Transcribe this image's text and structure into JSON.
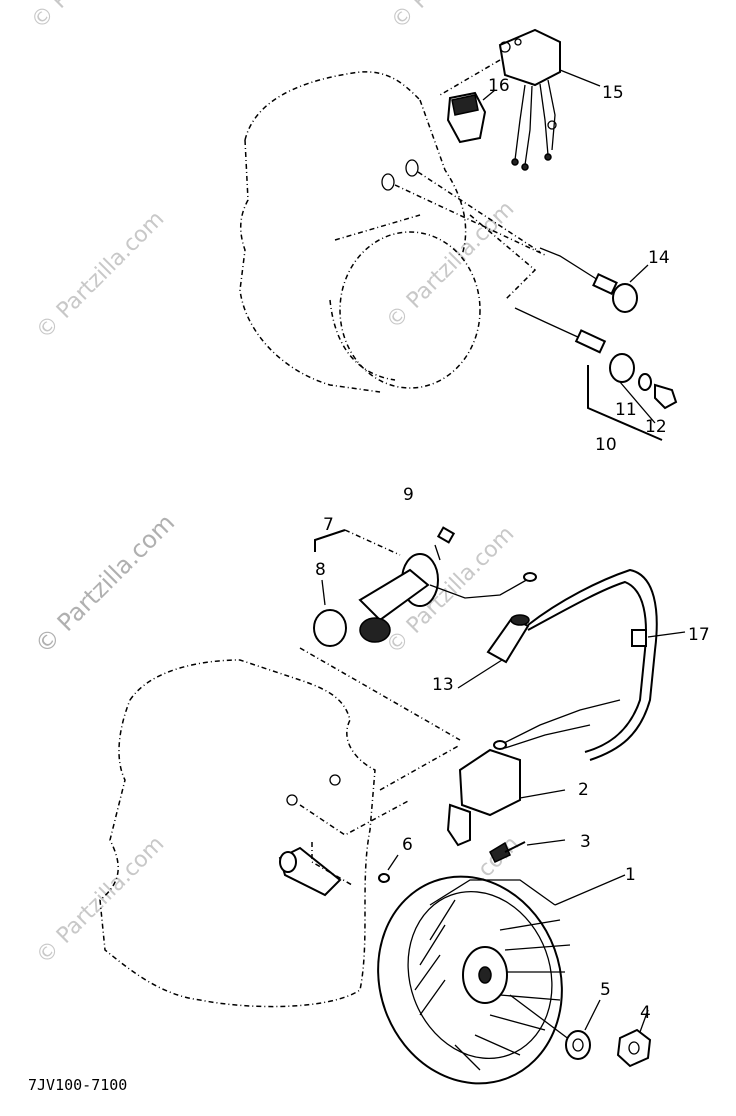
{
  "diagram": {
    "callouts": [
      "1",
      "2",
      "3",
      "4",
      "5",
      "6",
      "7",
      "8",
      "9",
      "10",
      "11",
      "12",
      "13",
      "14",
      "15",
      "16",
      "17"
    ],
    "drawing_code": "7JV100-7100",
    "watermark": "© Partzilla.com"
  }
}
